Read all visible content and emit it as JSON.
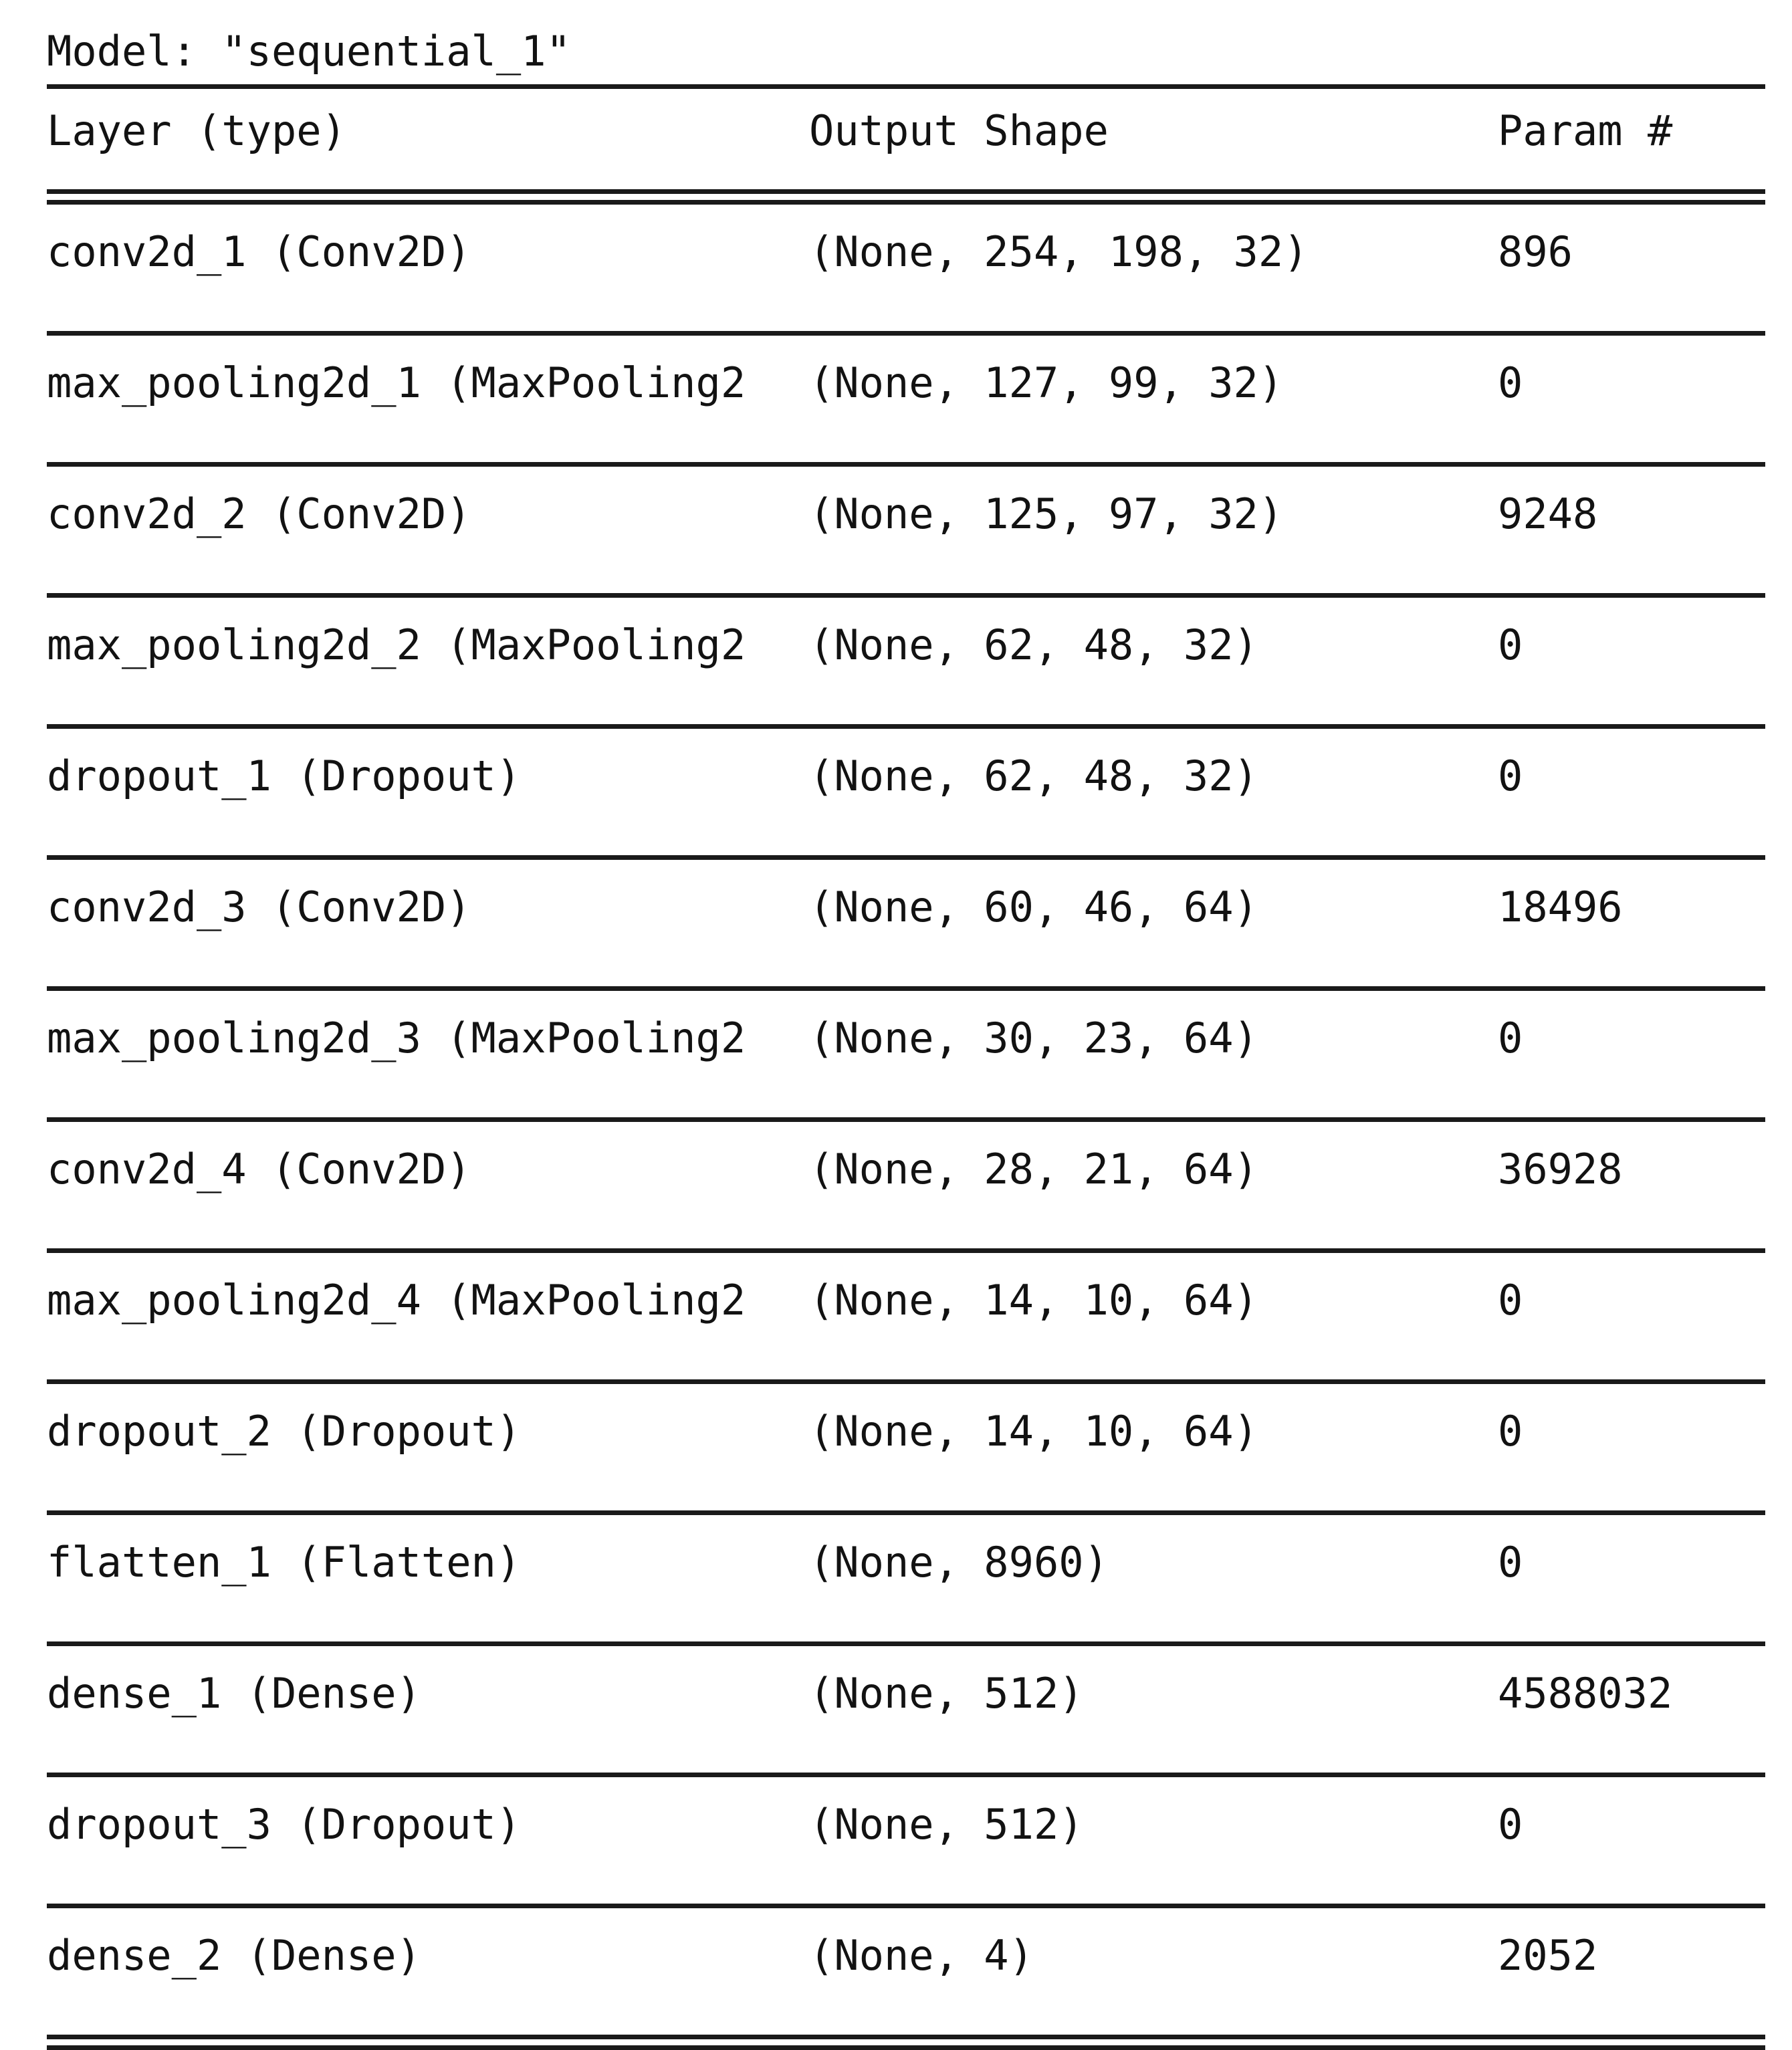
{
  "title": "Model: \"sequential_1\"",
  "columns": {
    "layer": "Layer (type)",
    "shape": "Output Shape",
    "param": "Param #"
  },
  "separators": {
    "top_rule": "________________________________________________________________",
    "header_rule": "================================================================",
    "row_rule": "________________________________________________________________",
    "bottom_rule": "================================================================"
  },
  "rows": [
    {
      "layer": "conv2d_1 (Conv2D)",
      "shape": "(None, 254, 198, 32)",
      "param": "896"
    },
    {
      "layer": "max_pooling2d_1 (MaxPooling2",
      "shape": "(None, 127, 99, 32)",
      "param": "0"
    },
    {
      "layer": "conv2d_2 (Conv2D)",
      "shape": "(None, 125, 97, 32)",
      "param": "9248"
    },
    {
      "layer": "max_pooling2d_2 (MaxPooling2",
      "shape": "(None, 62, 48, 32)",
      "param": "0"
    },
    {
      "layer": "dropout_1 (Dropout)",
      "shape": "(None, 62, 48, 32)",
      "param": "0"
    },
    {
      "layer": "conv2d_3 (Conv2D)",
      "shape": "(None, 60, 46, 64)",
      "param": "18496"
    },
    {
      "layer": "max_pooling2d_3 (MaxPooling2",
      "shape": "(None, 30, 23, 64)",
      "param": "0"
    },
    {
      "layer": "conv2d_4 (Conv2D)",
      "shape": "(None, 28, 21, 64)",
      "param": "36928"
    },
    {
      "layer": "max_pooling2d_4 (MaxPooling2",
      "shape": "(None, 14, 10, 64)",
      "param": "0"
    },
    {
      "layer": "dropout_2 (Dropout)",
      "shape": "(None, 14, 10, 64)",
      "param": "0"
    },
    {
      "layer": "flatten_1 (Flatten)",
      "shape": "(None, 8960)",
      "param": "0"
    },
    {
      "layer": "dense_1 (Dense)",
      "shape": "(None, 512)",
      "param": "4588032"
    },
    {
      "layer": "dropout_3 (Dropout)",
      "shape": "(None, 512)",
      "param": "0"
    },
    {
      "layer": "dense_2 (Dense)",
      "shape": "(None, 4)",
      "param": "2052"
    }
  ]
}
